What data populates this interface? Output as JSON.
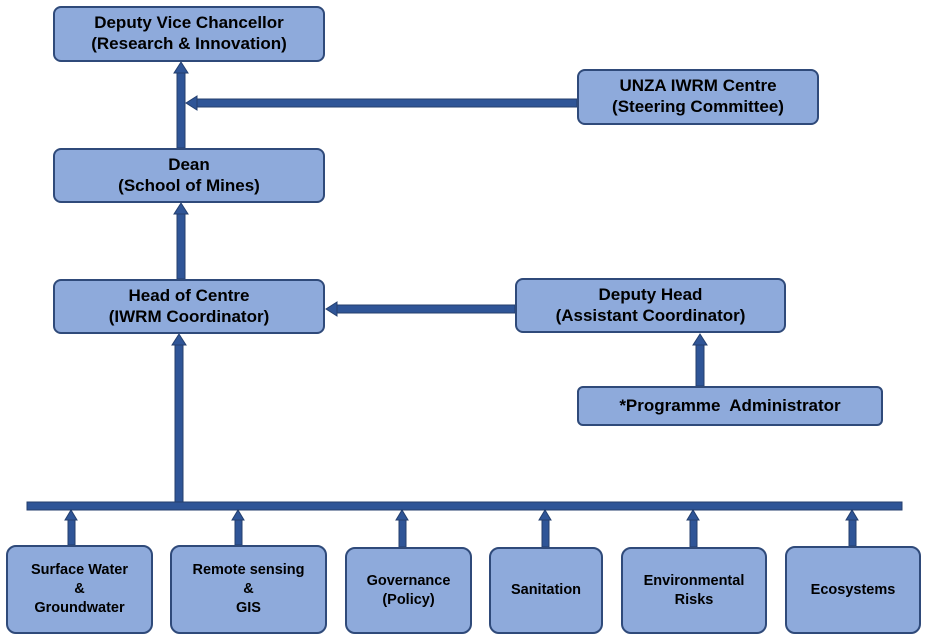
{
  "colors": {
    "box_fill": "#8eaadb",
    "box_border": "#2f4a7a",
    "connector": "#2f5597"
  },
  "nodes": {
    "dvc": {
      "line1": "Deputy Vice Chancellor",
      "line2": "(Research & Innovation)"
    },
    "steering": {
      "line1": "UNZA IWRM Centre",
      "line2": "(Steering Committee)"
    },
    "dean": {
      "line1": "Dean",
      "line2": "(School of Mines)"
    },
    "head": {
      "line1": "Head of Centre",
      "line2": "(IWRM Coordinator)"
    },
    "deputy_head": {
      "line1": "Deputy Head",
      "line2": "(Assistant Coordinator)"
    },
    "prog_admin": {
      "line1": "*Programme  Administrator"
    }
  },
  "units": [
    {
      "line1": "Surface Water",
      "line2": "&",
      "line3": "Groundwater"
    },
    {
      "line1": "Remote sensing",
      "line2": "&",
      "line3": "GIS"
    },
    {
      "line1": "Governance",
      "line2": "(Policy)"
    },
    {
      "line1": "Sanitation"
    },
    {
      "line1": "Environmental",
      "line2": "Risks"
    },
    {
      "line1": "Ecosystems"
    }
  ]
}
